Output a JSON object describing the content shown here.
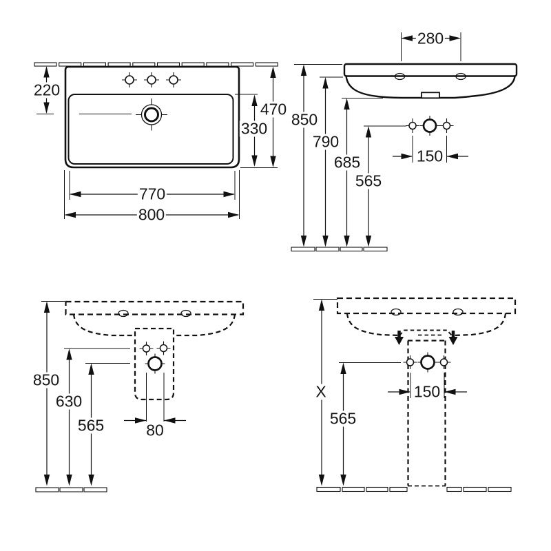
{
  "drawing": {
    "type": "washbasin-installation-dimension-drawing",
    "units": "mm",
    "colors": {
      "line": "#000000",
      "background": "#ffffff"
    },
    "views": {
      "plan": {
        "label": "plan-view-top-left",
        "dims": {
          "wall_offset": "220",
          "total_depth": "470",
          "bowl_depth": "330",
          "inner_width": "770",
          "total_width": "800"
        }
      },
      "front": {
        "label": "front-view-top-right",
        "dims": {
          "tap_centres": "280",
          "overall_height": "850",
          "rim_height": "790",
          "underside_height": "685",
          "supply_height": "565",
          "hole_centres": "150"
        }
      },
      "side": {
        "label": "side-view-semi-pedestal-bottom-left",
        "dims": {
          "overall_height": "850",
          "fixing_height": "630",
          "supply_height": "565",
          "waste_width": "80"
        }
      },
      "front_pedestal": {
        "label": "front-view-full-pedestal-bottom-right",
        "dims": {
          "overall_height": "X",
          "supply_height": "565",
          "hole_centres": "150"
        }
      }
    }
  }
}
